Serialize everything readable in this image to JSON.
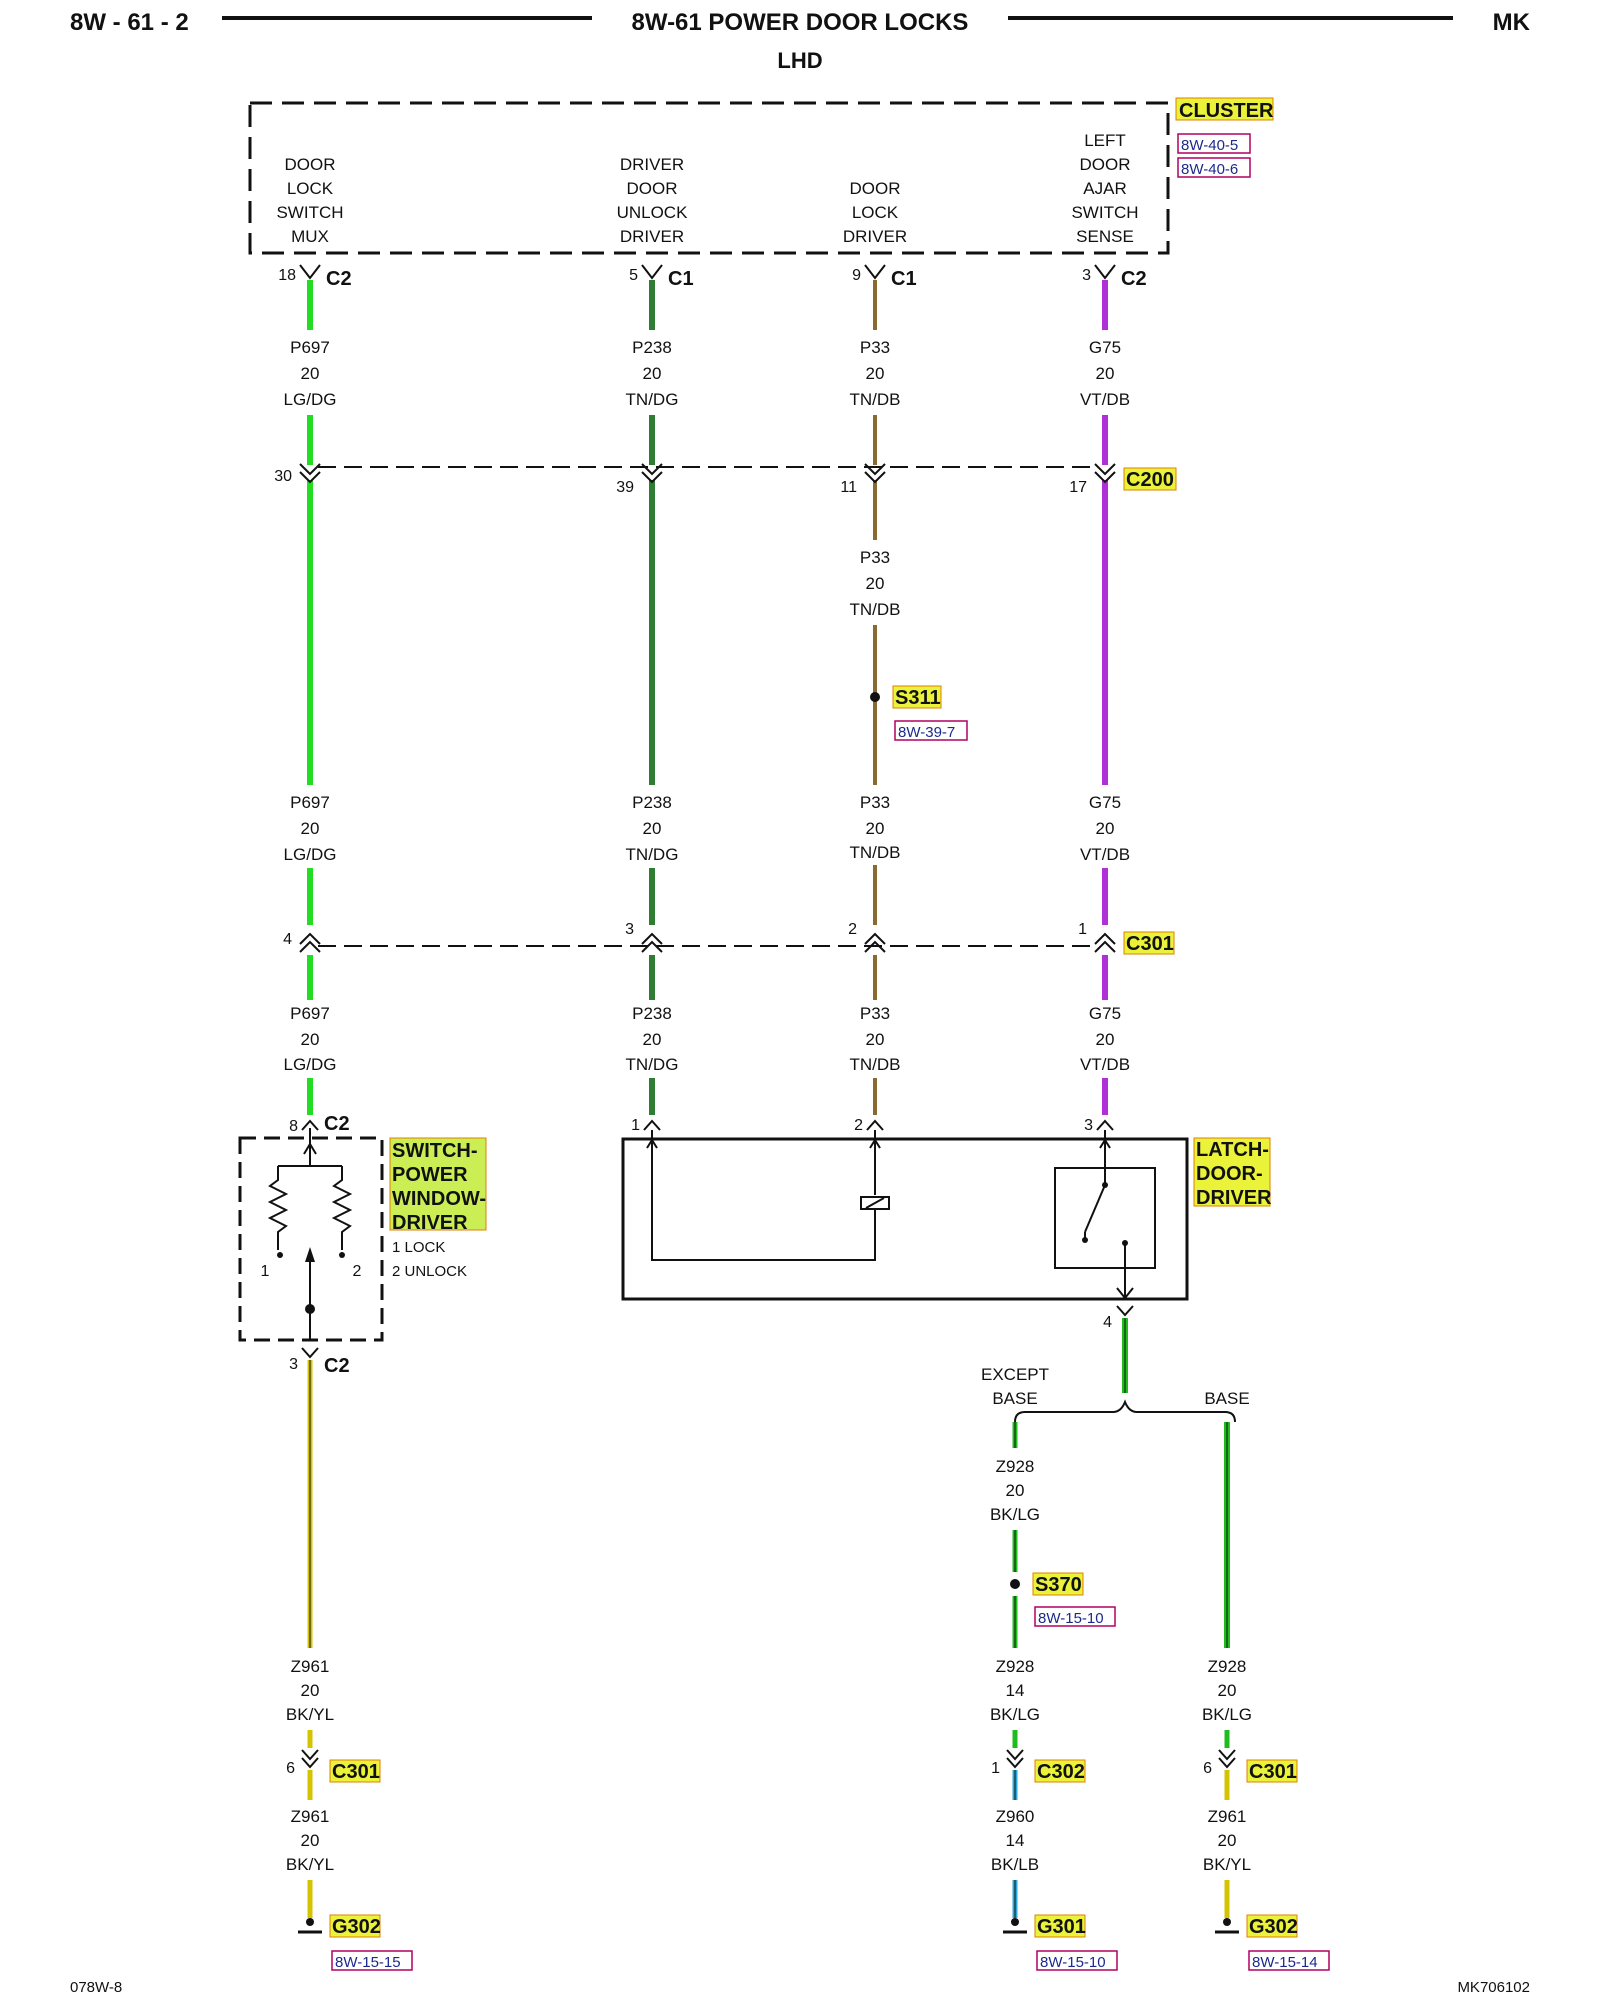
{
  "header": {
    "left": "8W - 61 - 2",
    "title": "8W-61 POWER DOOR LOCKS",
    "subtitle": "LHD",
    "right": "MK"
  },
  "footer": {
    "left": "078W-8",
    "right": "MK706102"
  },
  "colors": {
    "lg_dg": "#22dd22",
    "tn_dg": "#2e7d32",
    "tn_db": "#8a6a30",
    "vt_db": "#b030d8",
    "bk_yl": "#d4c400",
    "bk_lg": "#1fbb1f",
    "bk_lb": "#2aa9d8",
    "highlight": "#eaf23a",
    "switch_fill": "#ccee55",
    "ref_border": "#b00060"
  },
  "cluster": {
    "name": "CLUSTER",
    "refs": [
      "8W-40-5",
      "8W-40-6"
    ],
    "pins": [
      {
        "label": [
          "DOOR",
          "LOCK",
          "SWITCH",
          "MUX"
        ],
        "pin": "18",
        "conn": "C2"
      },
      {
        "label": [
          "DRIVER",
          "DOOR",
          "UNLOCK",
          "DRIVER"
        ],
        "pin": "5",
        "conn": "C1"
      },
      {
        "label": [
          "DOOR",
          "LOCK",
          "DRIVER"
        ],
        "pin": "9",
        "conn": "C1"
      },
      {
        "label": [
          "LEFT",
          "DOOR",
          "AJAR",
          "SWITCH",
          "SENSE"
        ],
        "pin": "3",
        "conn": "C2"
      }
    ]
  },
  "wires": [
    {
      "circuit": "P697",
      "gauge": "20",
      "color": "LG/DG"
    },
    {
      "circuit": "P238",
      "gauge": "20",
      "color": "TN/DG"
    },
    {
      "circuit": "P33",
      "gauge": "20",
      "color": "TN/DB"
    },
    {
      "circuit": "G75",
      "gauge": "20",
      "color": "VT/DB"
    }
  ],
  "c200": {
    "name": "C200",
    "pins": [
      "30",
      "39",
      "11",
      "17"
    ]
  },
  "c301_upper": {
    "name": "C301",
    "pins": [
      "4",
      "3",
      "2",
      "1"
    ]
  },
  "splice_s311": {
    "name": "S311",
    "ref": "8W-39-7"
  },
  "switch": {
    "name": [
      "SWITCH-",
      "POWER",
      "WINDOW-",
      "DRIVER"
    ],
    "in_pin": "8",
    "in_conn": "C2",
    "out_pin": "3",
    "out_conn": "C2",
    "contacts": [
      "1",
      "2"
    ],
    "legend": [
      "1 LOCK",
      "2 UNLOCK"
    ]
  },
  "latch": {
    "name": [
      "LATCH-",
      "DOOR-",
      "DRIVER"
    ],
    "pins": [
      "1",
      "2",
      "3"
    ],
    "out_pin": "4"
  },
  "branches": {
    "except_base": [
      "EXCEPT",
      "BASE"
    ],
    "base": "BASE"
  },
  "ground_wires": {
    "left_top": {
      "circuit": "Z961",
      "gauge": "20",
      "color": "BK/YL"
    },
    "left_bottom": {
      "circuit": "Z961",
      "gauge": "20",
      "color": "BK/YL"
    },
    "mid_top": {
      "circuit": "Z928",
      "gauge": "20",
      "color": "BK/LG"
    },
    "mid_middle": {
      "circuit": "Z928",
      "gauge": "14",
      "color": "BK/LG"
    },
    "mid_bottom": {
      "circuit": "Z960",
      "gauge": "14",
      "color": "BK/LB"
    },
    "right_top": {
      "circuit": "Z928",
      "gauge": "20",
      "color": "BK/LG"
    },
    "right_bottom": {
      "circuit": "Z961",
      "gauge": "20",
      "color": "BK/YL"
    }
  },
  "splice_s370": {
    "name": "S370",
    "ref": "8W-15-10"
  },
  "lower_connectors": {
    "left": {
      "pin": "6",
      "name": "C301"
    },
    "mid": {
      "pin": "1",
      "name": "C302"
    },
    "right": {
      "pin": "6",
      "name": "C301"
    }
  },
  "grounds": {
    "left": {
      "name": "G302",
      "ref": "8W-15-15"
    },
    "mid": {
      "name": "G301",
      "ref": "8W-15-10"
    },
    "right": {
      "name": "G302",
      "ref": "8W-15-14"
    }
  }
}
